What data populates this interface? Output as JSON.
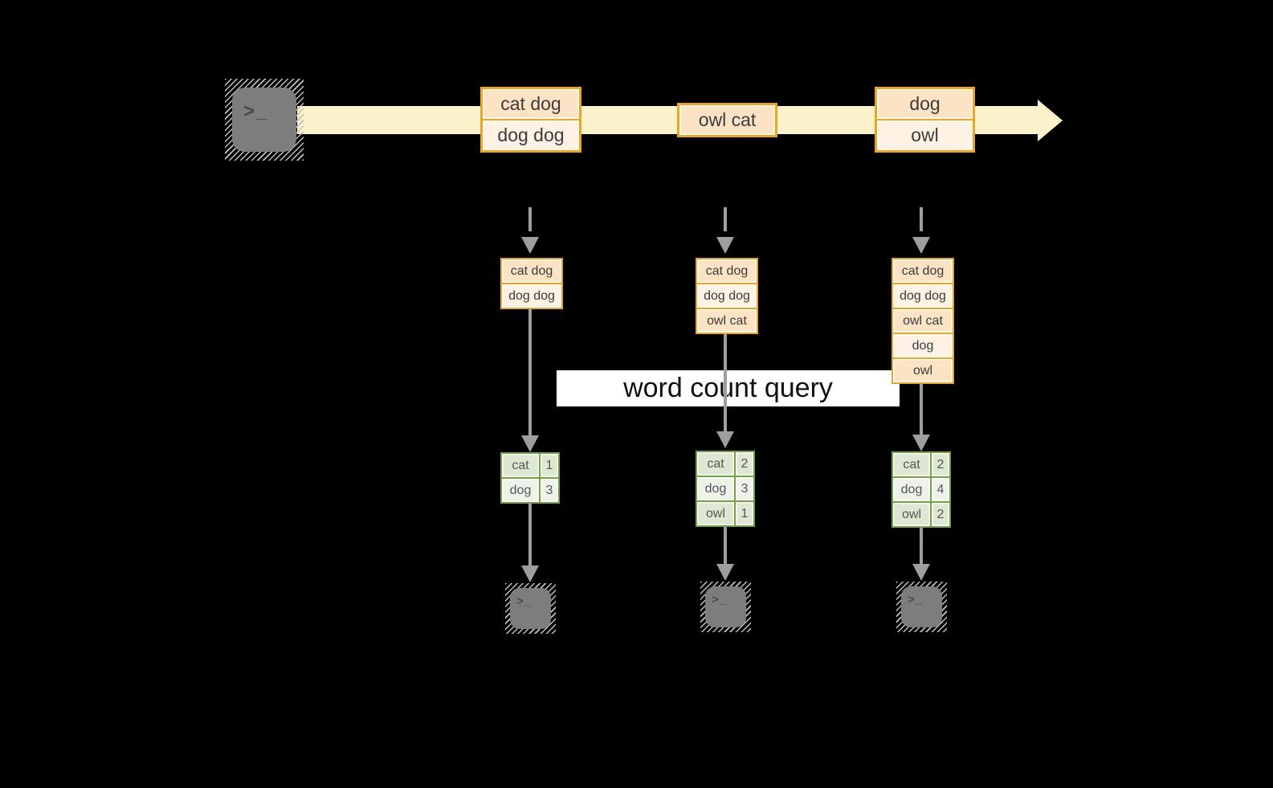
{
  "diagram": {
    "query_label": "word count query",
    "terminal_glyph": ">_"
  },
  "stream_messages": [
    {
      "rows": [
        "cat dog",
        "dog dog"
      ]
    },
    {
      "rows": [
        "owl cat"
      ]
    },
    {
      "rows": [
        "dog",
        "owl"
      ]
    }
  ],
  "state_boxes": [
    {
      "rows": [
        "cat dog",
        "dog dog"
      ]
    },
    {
      "rows": [
        "cat dog",
        "dog dog",
        "owl cat"
      ]
    },
    {
      "rows": [
        "cat dog",
        "dog dog",
        "owl cat",
        "dog",
        "owl"
      ]
    }
  ],
  "count_tables": [
    {
      "rows": [
        {
          "word": "cat",
          "count": "1"
        },
        {
          "word": "dog",
          "count": "3"
        }
      ]
    },
    {
      "rows": [
        {
          "word": "cat",
          "count": "2"
        },
        {
          "word": "dog",
          "count": "3"
        },
        {
          "word": "owl",
          "count": "1"
        }
      ]
    },
    {
      "rows": [
        {
          "word": "cat",
          "count": "2"
        },
        {
          "word": "dog",
          "count": "4"
        },
        {
          "word": "owl",
          "count": "2"
        }
      ]
    }
  ],
  "colors": {
    "background": "#000000",
    "stream_arrow": "#FBF2CC",
    "box_border": "#F0A41C",
    "box_fill_dark": "#FBE3C3",
    "box_fill_light": "#FDF2E3",
    "table_border": "#6FA53F",
    "table_fill_dark": "#DDE7D1",
    "table_fill_light": "#EEF3E9",
    "arrow_gray": "#9E9E9E"
  }
}
